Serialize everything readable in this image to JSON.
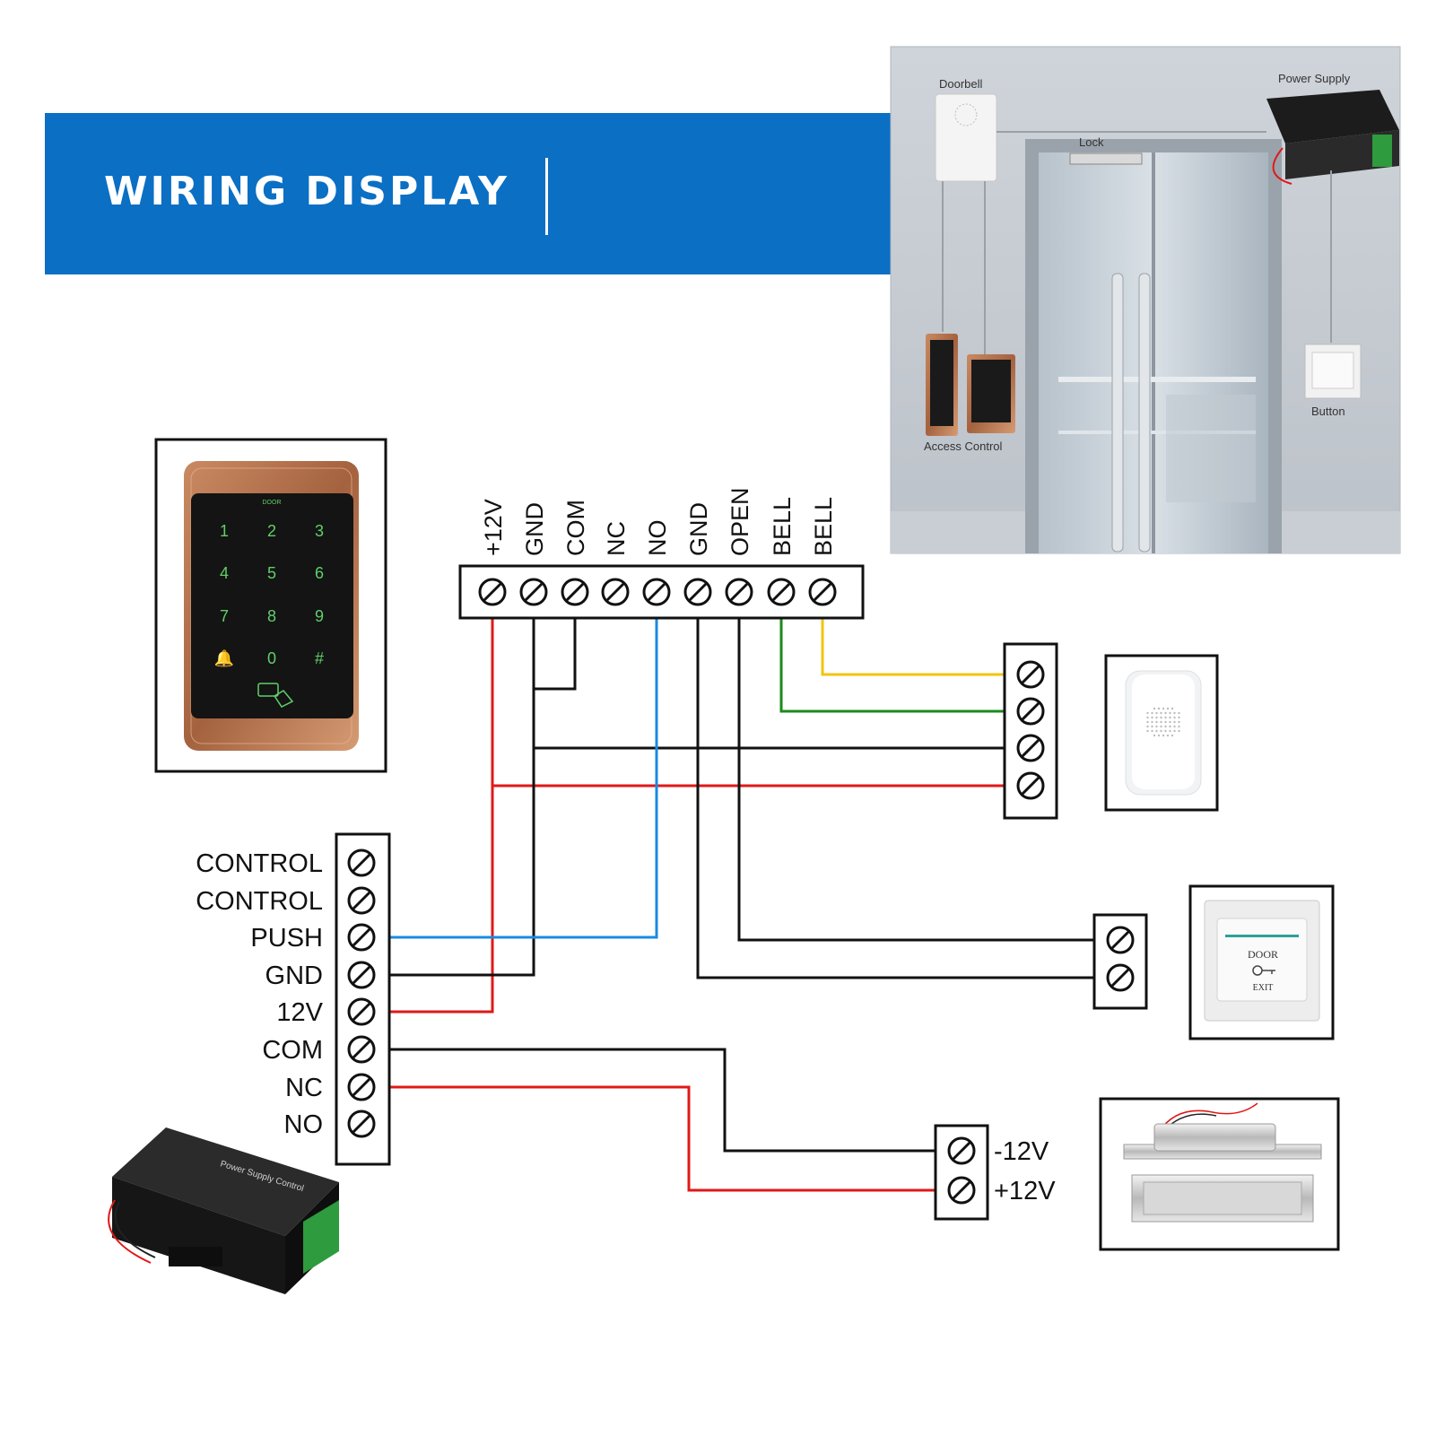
{
  "header": {
    "title": "WIRING DISPLAY"
  },
  "top_terminals": [
    "+12V",
    "GND",
    "COM",
    "NC",
    "NO",
    "GND",
    "OPEN",
    "BELL",
    "BELL"
  ],
  "power_terminals": [
    "CONTROL",
    "CONTROL",
    "PUSH",
    "GND",
    "12V",
    "COM",
    "NC",
    "NO"
  ],
  "lock_terminals": [
    "-12V",
    "+12V"
  ],
  "keypad": {
    "brand": "DOOR",
    "keys": [
      "1",
      "2",
      "3",
      "4",
      "5",
      "6",
      "7",
      "8",
      "9",
      "🔔",
      "0",
      "#"
    ]
  },
  "exit_button": {
    "top": "DOOR",
    "bottom": "EXIT"
  },
  "install_photo": {
    "doorbell": "Doorbell",
    "power_supply": "Power Supply",
    "lock": "Lock",
    "access_control": "Access Control",
    "button": "Button"
  },
  "power_unit": {
    "label": "Power Supply Control"
  },
  "colors": {
    "banner": "#0b6fc4",
    "red": "#e01818",
    "blue": "#1a8be0",
    "green": "#1a8a1a",
    "yellow": "#f1c40f",
    "black": "#111111"
  }
}
